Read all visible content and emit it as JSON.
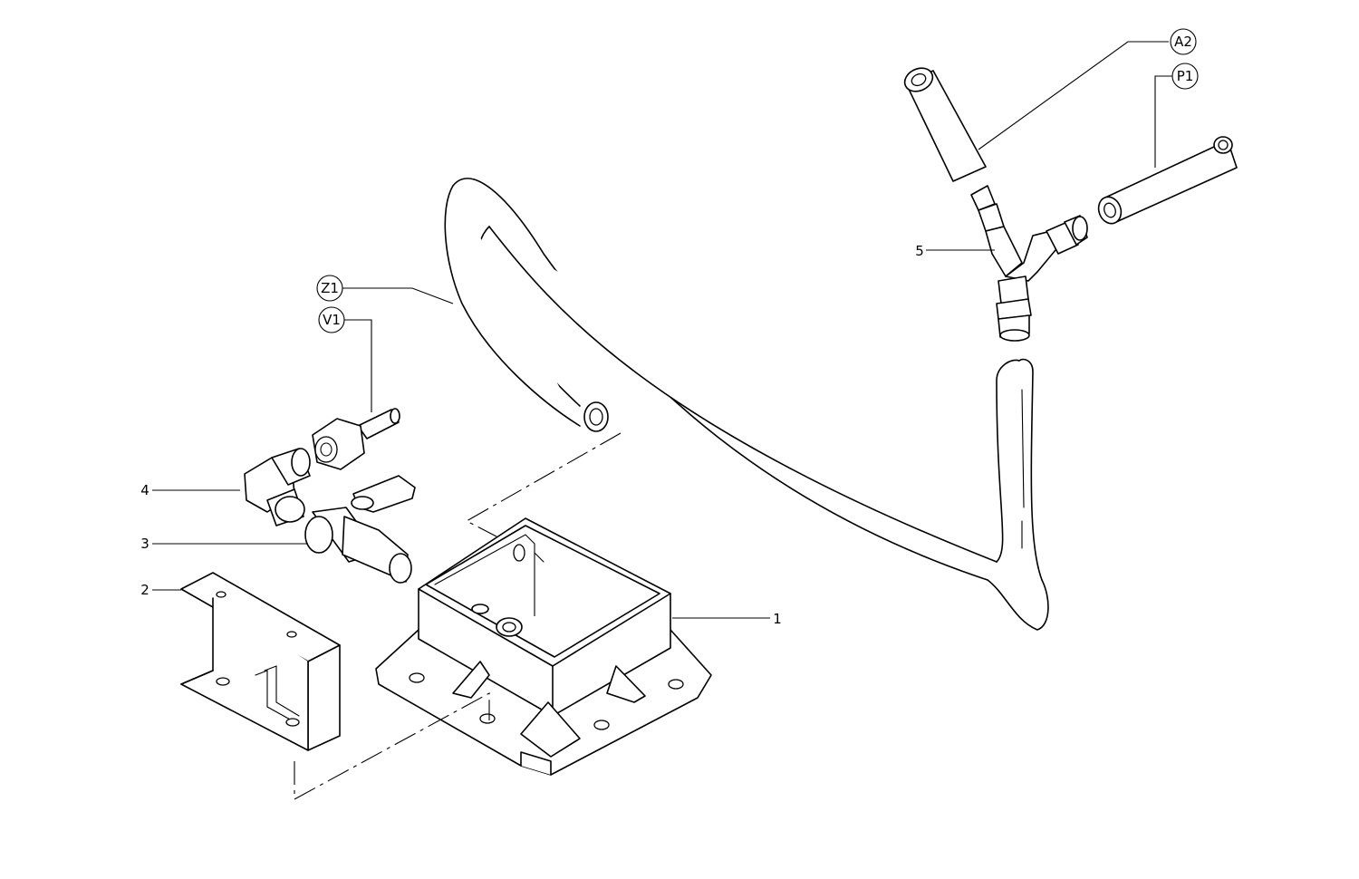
{
  "callouts": {
    "a2": "A2",
    "p1": "P1",
    "z1": "Z1",
    "v1": "V1",
    "n1": "1",
    "n2": "2",
    "n3": "3",
    "n4": "4",
    "n5": "5"
  }
}
